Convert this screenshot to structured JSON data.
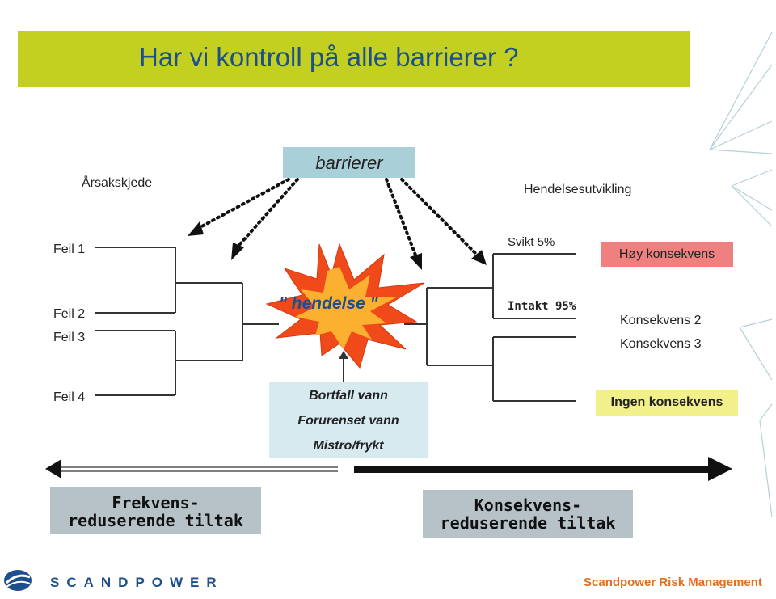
{
  "title": "Har vi kontroll på alle barrierer ?",
  "labels": {
    "arsakskjede": "Årsakskjede",
    "barrierer": "barrierer",
    "hendelsesutvikling": "Hendelsesutvikling",
    "hendelse": "\" hendelse \"",
    "svikt": "Svikt 5%",
    "intakt": "Intakt 95%",
    "hoy_konsekvens": "Høy konsekvens",
    "konsekvens2": "Konsekvens 2",
    "konsekvens3": "Konsekvens 3",
    "ingen_konsekvens": "Ingen konsekvens"
  },
  "faults": [
    "Feil 1",
    "Feil 2",
    "Feil 3",
    "Feil 4"
  ],
  "consequences": [
    "Bortfall vann",
    "Forurenset vann",
    "Mistro/frykt"
  ],
  "measures": {
    "frekvens_line1": "Frekvens-",
    "frekvens_line2": "reduserende tiltak",
    "konsekvens_line1": "Konsekvens-",
    "konsekvens_line2": "reduserende tiltak"
  },
  "footer": {
    "company": "SCANDPOWER",
    "tagline": "Scandpower Risk Management"
  },
  "colors": {
    "title_bar": "#c4d020",
    "title_text": "#1d4f8e",
    "barrier_box": "#a9cfd9",
    "high_consequence": "#f08080",
    "no_consequence": "#f2f08a",
    "consequence_box": "#d6eaf0",
    "measure_box": "#b7c2c8",
    "explosion_outer": "#f04a1a",
    "explosion_inner": "#fbb030",
    "footer_tagline": "#e0701f"
  },
  "icons": [
    "scandpower-logo-icon",
    "explosion-burst-icon",
    "dotted-arrow-icon"
  ]
}
